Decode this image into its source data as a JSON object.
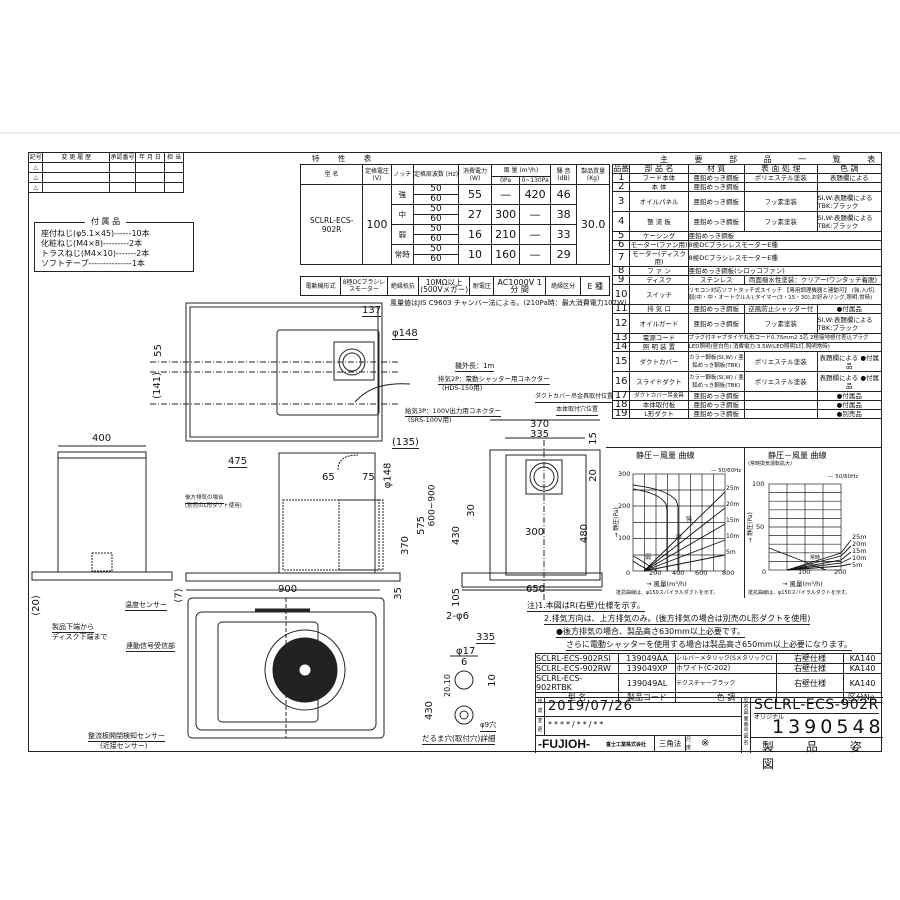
{
  "revision_table": {
    "headers": [
      "記号",
      "変 更 履 歴",
      "承認番号",
      "年 月 日",
      "担 当"
    ],
    "rows": [
      {
        "mark": "△",
        "history": "",
        "approval": "",
        "date": "",
        "person": ""
      },
      {
        "mark": "△",
        "history": "",
        "approval": "",
        "date": "",
        "person": ""
      },
      {
        "mark": "△",
        "history": "",
        "approval": "",
        "date": "",
        "person": ""
      }
    ]
  },
  "accessories": {
    "title": "付 属 品",
    "items": [
      {
        "name": "座付ねじ(φ5.1×45)------",
        "qty": "10本"
      },
      {
        "name": "化粧ねじ(M4×8)---------",
        "qty": "2本"
      },
      {
        "name": "トラスねじ(M4×10)-------",
        "qty": "2本"
      },
      {
        "name": "ソフトテープ---------------",
        "qty": "1本"
      }
    ]
  },
  "spec_table": {
    "title": "特 性 表",
    "headers": {
      "model": "型 名",
      "voltage": "定格電圧 (V)",
      "notch": "ノッチ",
      "frequency": "定格周波数 (Hz)",
      "power": "消費電力 (W)",
      "airflow": "風 量 (m³/h)",
      "airflow_0pa": "0Pa",
      "airflow_130pa": "0~130Pa",
      "noise": "騒 音 (dB)",
      "weight": "製品質量 (Kg)"
    },
    "model": "SCLRL-ECS-902R",
    "voltage": "100",
    "weight": "30.0",
    "rows": [
      {
        "notch": "強",
        "freq": [
          "50",
          "60"
        ],
        "power": "55",
        "flow0": "—",
        "flow130": "420",
        "noise": "46"
      },
      {
        "notch": "中",
        "freq": [
          "50",
          "60"
        ],
        "power": "27",
        "flow0": "300",
        "flow130": "—",
        "noise": "38"
      },
      {
        "notch": "弱",
        "freq": [
          "50",
          "60"
        ],
        "power": "16",
        "flow0": "210",
        "flow130": "—",
        "noise": "33"
      },
      {
        "notch": "常時",
        "freq": [
          "50",
          "60"
        ],
        "power": "10",
        "flow0": "160",
        "flow130": "—",
        "noise": "29"
      }
    ],
    "footer": {
      "motor_type_label": "電動機形式",
      "motor_type": "8極DCブラシレスモーター",
      "insulation_label": "絶縁抵抗",
      "insulation": "10MΩ以上 (500Vメガー)",
      "withstand_label": "耐電圧",
      "withstand": "AC1000V 1 分 間",
      "class_label": "絶縁区分",
      "class": "E 種"
    },
    "note": "風量値はJIS C9603 チャンバー法による。(210Pa時：最大消費電力107W)"
  },
  "parts_table": {
    "title": "主 要 部 品 一 覧 表",
    "headers": [
      "品番",
      "部 品 名",
      "材 質",
      "表 面 処 理",
      "色 調"
    ],
    "rows": [
      {
        "no": "1",
        "name": "フード本体",
        "material": "亜鉛めっき鋼板",
        "finish": "ポリエステル塗装",
        "color": "表題欄による"
      },
      {
        "no": "2",
        "name": "本 体",
        "material": "亜鉛めっき鋼板",
        "finish": "",
        "color": ""
      },
      {
        "no": "3",
        "name": "オイルパネル",
        "material": "亜鉛めっき鋼板",
        "finish": "フッ素塗装",
        "color": "SI,W:表題欄による TBK:ブラック"
      },
      {
        "no": "4",
        "name": "整 流 板",
        "material": "亜鉛めっき鋼板",
        "finish": "フッ素塗装",
        "color": "SI,W:表題欄による TBK:ブラック"
      },
      {
        "no": "5",
        "name": "ケーシング",
        "material": "亜鉛めっき鋼板",
        "finish": "",
        "color": ""
      },
      {
        "no": "6",
        "name": "モーター(ファン用)",
        "material": "8極DCブラシレスモーターE種",
        "finish": "",
        "color": ""
      },
      {
        "no": "7",
        "name": "モーター(ディスク用)",
        "material": "8極DCブラシレスモーターE種",
        "finish": "",
        "color": ""
      },
      {
        "no": "8",
        "name": "フ ァ ン",
        "material": "亜鉛めっき鋼板(シロッコファン)",
        "finish": "",
        "color": ""
      },
      {
        "no": "9",
        "name": "ディスク",
        "material": "ステンレス",
        "finish": "両面撥水性塗装：クリアー(ワンタッチ着脱)",
        "color": ""
      },
      {
        "no": "10",
        "name": "スイッチ",
        "material": "リモコン対応ソフトタッチ式スイッチ 【専用調理機器と連動可】 (強,入/切,弱(中・中・オートクルル),タイマー(3・15・30),お好みリング,照明,常時)",
        "finish": "",
        "color": ""
      },
      {
        "no": "11",
        "name": "排 気 口",
        "material": "亜鉛めっき鋼板",
        "finish": "逆風防止シャッター付",
        "color": "●付属品"
      },
      {
        "no": "12",
        "name": "オイルガード",
        "material": "亜鉛めっき鋼板",
        "finish": "フッ素塗装",
        "color": "SI,W:表題欄による TBK:ブラック"
      },
      {
        "no": "13",
        "name": "電源コード",
        "material": "プラグ付キャブタイヤ丸形コード0.75mm2 3芯 2極接地極付差込プラグ",
        "finish": "",
        "color": ""
      },
      {
        "no": "14",
        "name": "照 明 装 置",
        "material": "LED照明(昼白色) 消費電力:3.5W(LED照明1灯,照明常時)",
        "finish": "",
        "color": ""
      },
      {
        "no": "15",
        "name": "ダクトカバー",
        "material": "カラー鋼板(SI,W) / 亜鉛めっき鋼板(TBK)",
        "finish": "ポリエステル塗装",
        "color": "表題欄による ●付属品"
      },
      {
        "no": "16",
        "name": "スライドダクト",
        "material": "カラー鋼板(SI,W) / 亜鉛めっき鋼板(TBK)",
        "finish": "ポリエステル塗装",
        "color": "表題欄による ●付属品"
      },
      {
        "no": "17",
        "name": "ダクトカバー吊金具",
        "material": "亜鉛めっき鋼板",
        "finish": "",
        "color": "●付属品"
      },
      {
        "no": "18",
        "name": "本体取付板",
        "material": "亜鉛めっき鋼板",
        "finish": "",
        "color": "●付属品"
      },
      {
        "no": "19",
        "name": "L形ダクト",
        "material": "亜鉛めっき鋼板",
        "finish": "",
        "color": "●別売品"
      }
    ]
  },
  "chart_data": [
    {
      "type": "line",
      "title": "静圧－風量 曲線",
      "xlabel": "風量(m³/h)",
      "ylabel": "静圧(Pa)",
      "xlim": [
        0,
        800
      ],
      "ylim": [
        0,
        300
      ],
      "x_ticks": [
        "0",
        "200",
        "400",
        "600",
        "800"
      ],
      "y_ticks": [
        "0",
        "100",
        "200",
        "300"
      ],
      "legend": "50/60Hz",
      "grid": true,
      "series": [
        {
          "name": "強",
          "x": [
            0,
            200,
            300,
            380,
            420,
            420
          ],
          "y": [
            270,
            250,
            225,
            195,
            160,
            0
          ]
        },
        {
          "name": "中",
          "x": [
            0,
            150,
            250,
            300,
            300
          ],
          "y": [
            255,
            235,
            200,
            170,
            0
          ]
        },
        {
          "name": "弱",
          "x": [
            0,
            80,
            150,
            210
          ],
          "y": [
            45,
            35,
            20,
            0
          ]
        },
        {
          "name": "常時",
          "x": [
            0,
            100,
            160
          ],
          "y": [
            30,
            15,
            0
          ]
        },
        {
          "name": "25m",
          "x": [
            100,
            700
          ],
          "y": [
            0,
            245
          ]
        },
        {
          "name": "20m",
          "x": [
            100,
            700
          ],
          "y": [
            0,
            195
          ]
        },
        {
          "name": "15m",
          "x": [
            100,
            700
          ],
          "y": [
            0,
            145
          ]
        },
        {
          "name": "10m",
          "x": [
            100,
            700
          ],
          "y": [
            0,
            100
          ]
        },
        {
          "name": "5m",
          "x": [
            100,
            700
          ],
          "y": [
            0,
            50
          ]
        }
      ],
      "annotations": [
        "強",
        "中",
        "弱",
        "25m",
        "20m",
        "15m",
        "10m",
        "5m"
      ],
      "footnote": "抵抗曲線は、φ150スパイラルダクトを示す。"
    },
    {
      "type": "line",
      "title": "静圧－風量 曲線",
      "subtitle": "(常時換気運転拡大)",
      "xlabel": "風量(m³/h)",
      "ylabel": "静圧(Pa)",
      "xlim": [
        0,
        200
      ],
      "ylim": [
        0,
        100
      ],
      "x_ticks": [
        "0",
        "100",
        "200"
      ],
      "y_ticks": [
        "0",
        "50",
        "100"
      ],
      "legend": "50/60Hz",
      "grid": true,
      "series": [
        {
          "name": "常時",
          "x": [
            0,
            160
          ],
          "y": [
            25,
            0
          ]
        },
        {
          "name": "25m",
          "x": [
            50,
            200
          ],
          "y": [
            0,
            20
          ]
        },
        {
          "name": "20m",
          "x": [
            50,
            200
          ],
          "y": [
            0,
            16
          ]
        },
        {
          "name": "15m",
          "x": [
            50,
            200
          ],
          "y": [
            0,
            12
          ]
        },
        {
          "name": "10m",
          "x": [
            50,
            200
          ],
          "y": [
            0,
            8
          ]
        },
        {
          "name": "5m",
          "x": [
            50,
            200
          ],
          "y": [
            0,
            4
          ]
        }
      ],
      "annotations": [
        "常時",
        "25m",
        "20m",
        "15m",
        "10m",
        "5m"
      ],
      "footnote": "抵抗曲線は、φ150スパイラルダクトを示す。"
    }
  ],
  "notes": {
    "n1": "注)1.本図はR(右壁)仕様を示す。",
    "n2": "2.排気方向は、上方排気のみ。(後方排気の場合は別売のL形ダクトを使用)",
    "n3": "●後方排気の場合、製品高さ630mm以上必要です。",
    "n4": "さらに電動シャッターを使用する場合は製品高さ650mm以上必要になります。"
  },
  "variants": {
    "headers": [
      "型 名",
      "製品コード",
      "色 調",
      "",
      "区分No."
    ],
    "rows": [
      {
        "model": "SCLRL-ECS-902RSI",
        "code": "139049AA",
        "color": "シルバーメタリック(SメタリックC)",
        "spec": "右壁仕様",
        "kubun": "KA140"
      },
      {
        "model": "SCLRL-ECS-902RW",
        "code": "139049XP",
        "color": "ホワイト(C-202)",
        "spec": "右壁仕様",
        "kubun": "KA140"
      },
      {
        "model": "SCLRL-ECS-902RTBK",
        "code": "139049AL",
        "color": "テクスチャーブラック",
        "spec": "右壁仕様",
        "kubun": "KA140"
      }
    ]
  },
  "title_block": {
    "created_label": "作成",
    "created": "2019/07/26",
    "changed_label": "変更",
    "changed": "****/**/**",
    "brand": "-FUJIOH-",
    "company": "富士工業株式会社",
    "projection": "三角法",
    "scale_label": "尺度",
    "scale": "※",
    "model_label": "型名",
    "model": "SCLRL-ECS-902R",
    "original": "オリジナル",
    "drawing_no_label": "図面番号",
    "drawing_no": "1390548",
    "drawing_name_label": "図名",
    "drawing_name": "製 品 姿 図"
  },
  "drawing": {
    "top_view": {
      "d137": "137",
      "d148": "φ148",
      "d55": "55",
      "d141": "(141)",
      "d135": "(135)"
    },
    "cable": {
      "length": "機外長：1m",
      "c1": "排気2P：電動シャッター用コネクター",
      "c1b": "(HDS-150用)",
      "c2": "給気3P：100V出力用コネクター",
      "c2b": "(SRS-100V用)",
      "duct_hanger": "ダクトカバー吊金具取付位置",
      "body_mount": "本体取付穴位置"
    },
    "side_view": {
      "d400": "400",
      "d20": "(20)",
      "bottom_note1": "製品下端から",
      "bottom_note2": "ディスク下端まで"
    },
    "front_view": {
      "d475": "475",
      "d65": "65",
      "d75": "75",
      "d148": "φ148",
      "d575": "575",
      "d370": "370",
      "d600_900": "600~900",
      "d900": "900",
      "d7": "(7)",
      "d35": "35",
      "rear_note1": "後方排気の場合",
      "rear_note2": "(別売のL形ダクト使用)"
    },
    "bottom_view": {
      "temp_sensor": "温度センサー",
      "linked_signal": "連動信号受信部",
      "baffle_sensor": "整流板開閉検知センサー",
      "baffle_sensor2": "(近接センサー)"
    },
    "mount_view": {
      "d370": "370",
      "d335": "335",
      "d15": "15",
      "d20": "20",
      "d30": "30",
      "d300": "300",
      "d480": "480",
      "d430": "430",
      "d650": "650",
      "d105": "105",
      "d2phi6": "2-φ6"
    },
    "keyhole": {
      "d335": "335",
      "d17": "φ17",
      "d6": "6",
      "d20_10": "20.10",
      "d10": "10",
      "d430": "430",
      "d9": "φ9穴",
      "caption": "だるま穴(取付穴)詳細"
    }
  }
}
